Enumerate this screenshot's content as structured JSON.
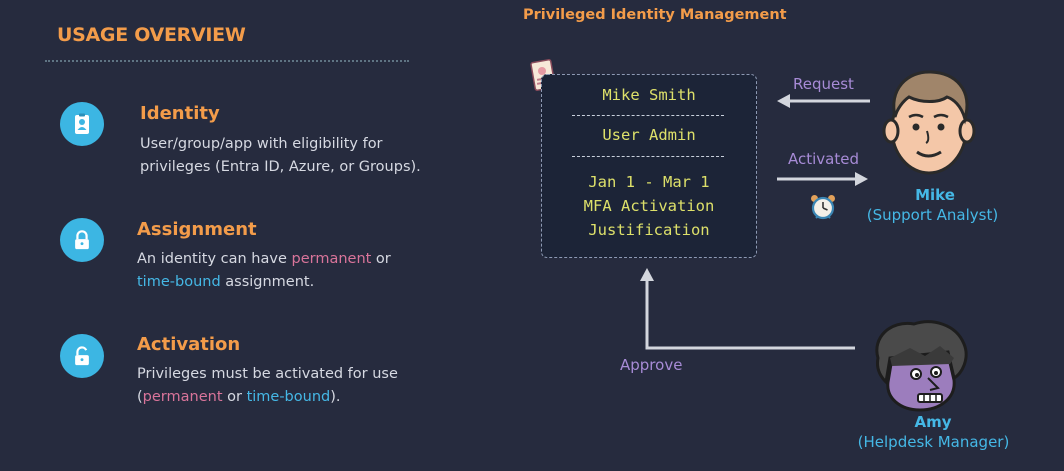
{
  "overview": {
    "title": "USAGE OVERVIEW",
    "features": [
      {
        "icon": "id-badge-icon",
        "title": "Identity",
        "desc_lines": [
          "User/group/app with eligibility for",
          "privileges (Entra ID, Azure, or Groups)."
        ]
      },
      {
        "icon": "lock-icon",
        "title": "Assignment",
        "desc_part1": "An identity can have ",
        "desc_pink": "permanent",
        "desc_part2": " or",
        "desc_blue": "time-bound",
        "desc_part3": " assignment."
      },
      {
        "icon": "unlock-icon",
        "title": "Activation",
        "desc_line1": "Privileges must be activated for use",
        "desc_open": "(",
        "desc_pink": "permanent",
        "desc_or": " or ",
        "desc_blue": "time-bound",
        "desc_close": ")."
      }
    ]
  },
  "pim": {
    "title": "Privileged Identity Management",
    "card": {
      "name": "Mike Smith",
      "role": "User Admin",
      "lines": [
        "Jan 1 - Mar 1",
        "MFA Activation",
        "Justification"
      ]
    },
    "request_label": "Request",
    "activated_label": "Activated",
    "approve_label": "Approve",
    "mike": {
      "name": "Mike",
      "role": "(Support Analyst)"
    },
    "amy": {
      "name": "Amy",
      "role": "(Helpdesk Manager)"
    }
  },
  "colors": {
    "accent": "#f39c4a",
    "icon_bg": "#3cb6e3",
    "mono_text": "#dde06a",
    "arrow_label": "#a78bd6",
    "person_text": "#45b8e6",
    "pink": "#d9749a"
  }
}
